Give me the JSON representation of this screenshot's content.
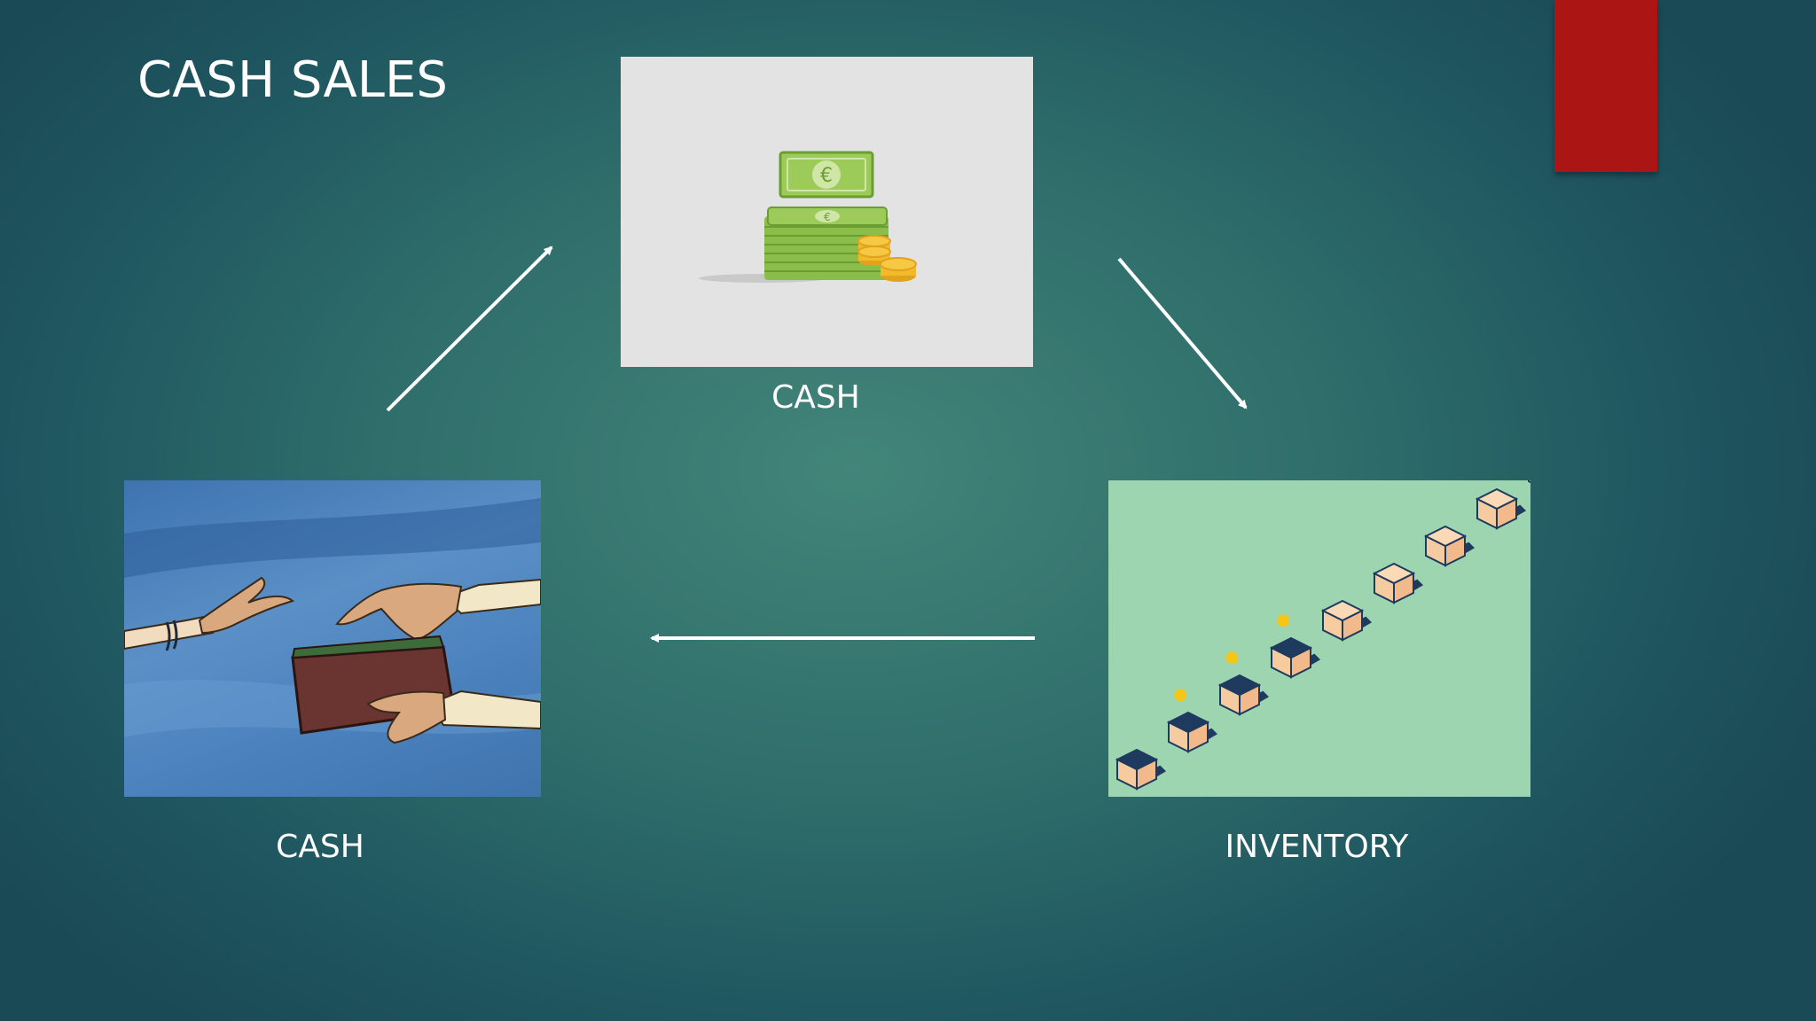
{
  "slide": {
    "title": "CASH SALES"
  },
  "nodes": [
    {
      "id": "cash-top",
      "label": "CASH"
    },
    {
      "id": "inventory",
      "label": "INVENTORY"
    },
    {
      "id": "cash-bottom",
      "label": "CASH"
    }
  ],
  "colors": {
    "accent": "#ab1513",
    "text": "#ffffff",
    "arrow": "#ffffff"
  }
}
